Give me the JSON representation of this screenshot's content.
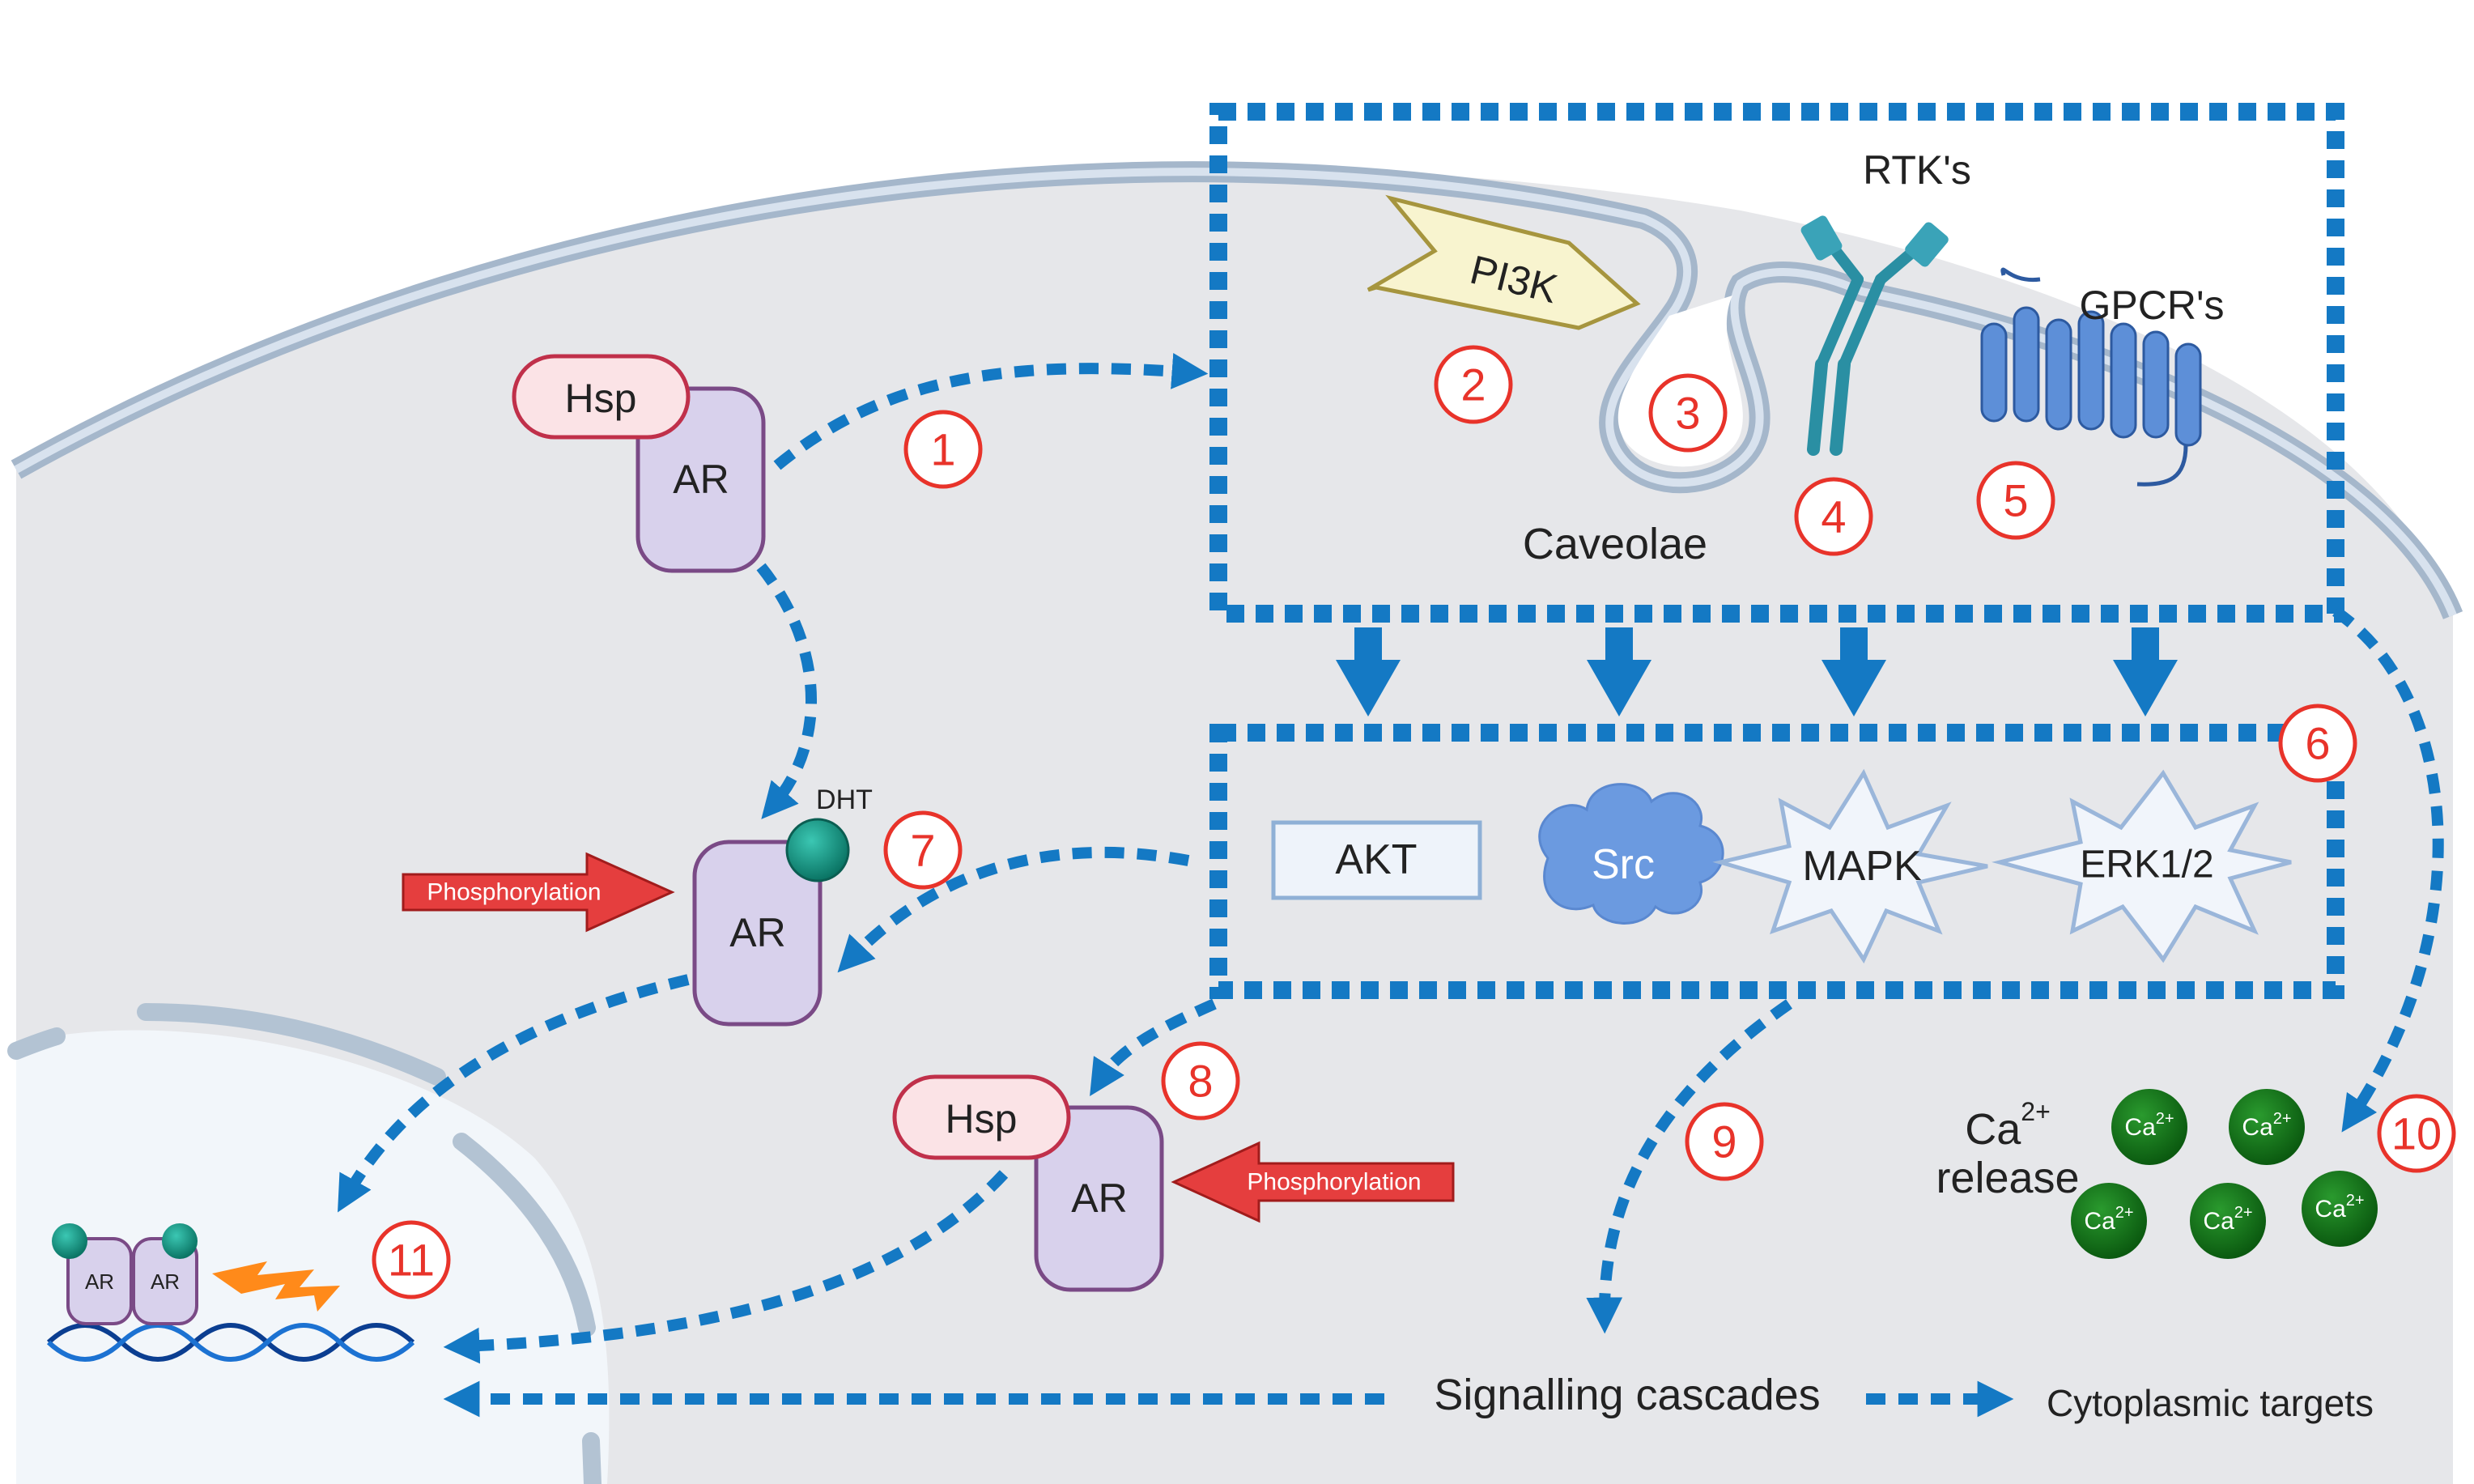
{
  "protein_labels": {
    "hsp": "Hsp",
    "ar": "AR",
    "dht": "DHT"
  },
  "membrane_labels": {
    "pi3k": "PI3K",
    "rtks": "RTK's",
    "gpcrs": "GPCR's",
    "caveolae": "Caveolae"
  },
  "kinase_labels": {
    "akt": "AKT",
    "src": "Src",
    "mapk": "MAPK",
    "erk": "ERK1/2"
  },
  "phosphorylation_label": "Phosphorylation",
  "calcium": {
    "ion_base": "Ca",
    "ion_charge": "2+",
    "release_word": "release"
  },
  "outcomes": {
    "signalling": "Signalling cascades",
    "cytoplasmic": "Cytoplasmic targets"
  },
  "step_numbers": [
    "1",
    "2",
    "3",
    "4",
    "5",
    "6",
    "7",
    "8",
    "9",
    "10",
    "11"
  ],
  "colors": {
    "flow_blue": "#1479c4",
    "step_red": "#e8332a",
    "ar_fill": "#d8d1ec",
    "hsp_fill": "#fbe3e6",
    "calcium_green": "#0e6a14",
    "dht_teal": "#0f8c7c",
    "phospho_red": "#e53e3e"
  }
}
